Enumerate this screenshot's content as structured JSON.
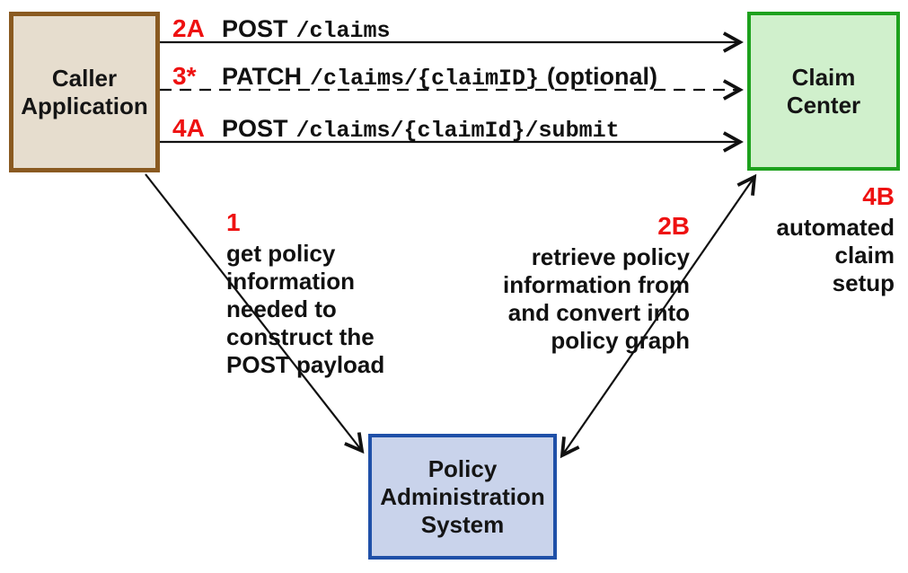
{
  "diagram": {
    "nodes": {
      "caller": {
        "lines": [
          "Caller",
          "Application"
        ],
        "fill": "#e6ddce",
        "border": "#8a5a21"
      },
      "claim_center": {
        "lines": [
          "Claim",
          "Center"
        ],
        "fill": "#d0f0cc",
        "border": "#1da11d"
      },
      "policy_admin": {
        "lines": [
          "Policy",
          "Administration",
          "System"
        ],
        "fill": "#c9d3eb",
        "border": "#1f50a8"
      }
    },
    "arrows": [
      {
        "step": "2A",
        "method": "POST",
        "path": "/claims",
        "suffix": "",
        "style": "solid",
        "from": "caller",
        "to": "claim_center"
      },
      {
        "step": "3*",
        "method": "PATCH",
        "path": "/claims/{claimID}",
        "suffix": "(optional)",
        "style": "dashed",
        "from": "caller",
        "to": "claim_center"
      },
      {
        "step": "4A",
        "method": "POST",
        "path": "/claims/{claimId}/submit",
        "suffix": "",
        "style": "solid",
        "from": "caller",
        "to": "claim_center"
      }
    ],
    "annotations": {
      "step1": {
        "num": "1",
        "lines": [
          "get policy",
          "information",
          "needed to",
          "construct the",
          "POST payload"
        ]
      },
      "step2b": {
        "num": "2B",
        "lines": [
          "retrieve policy",
          "information from",
          "and convert into",
          "policy graph"
        ]
      },
      "step4b": {
        "num": "4B",
        "lines": [
          "automated",
          "claim",
          "setup"
        ]
      }
    },
    "colors": {
      "step_red": "#ee1111",
      "text": "#111111",
      "line": "#111111"
    }
  }
}
